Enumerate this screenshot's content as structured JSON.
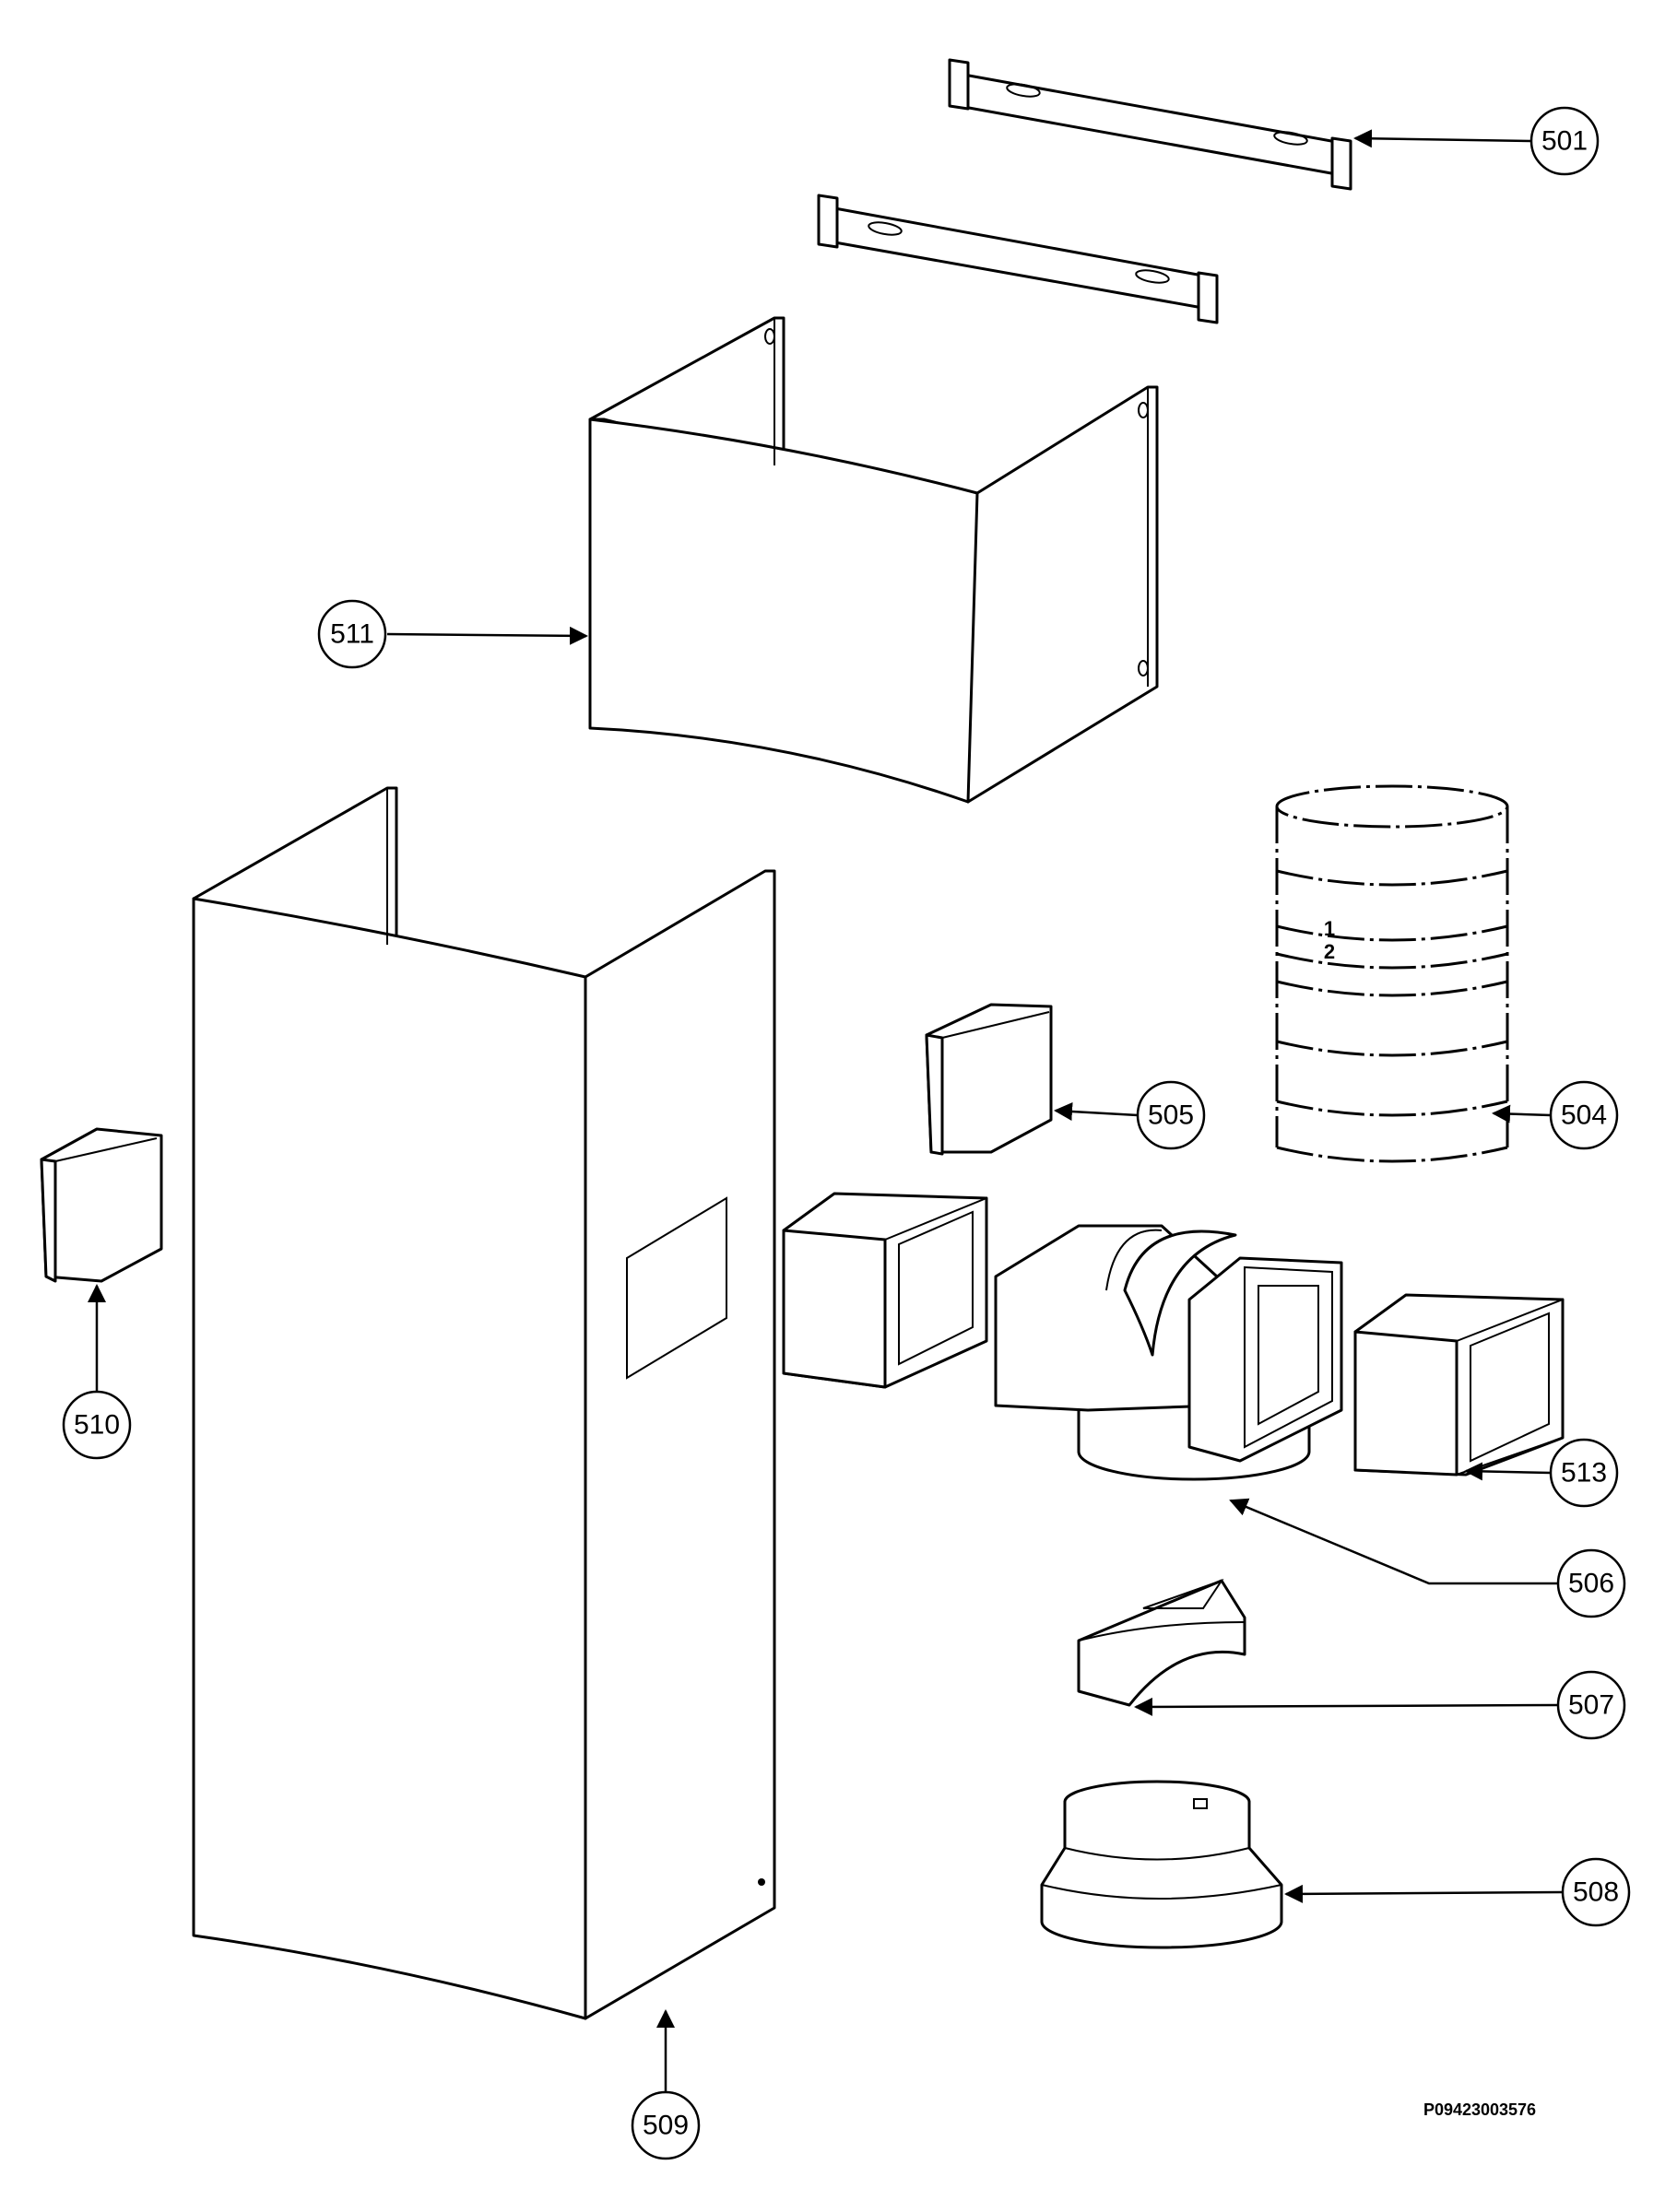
{
  "callouts": {
    "501": "501",
    "504": "504",
    "505": "505",
    "506": "506",
    "507": "507",
    "508": "508",
    "509": "509",
    "510": "510",
    "511": "511",
    "513": "513"
  },
  "pipe_marks": {
    "mark_1": "1",
    "mark_2": "2"
  },
  "drawing_ref": "P09423003576"
}
